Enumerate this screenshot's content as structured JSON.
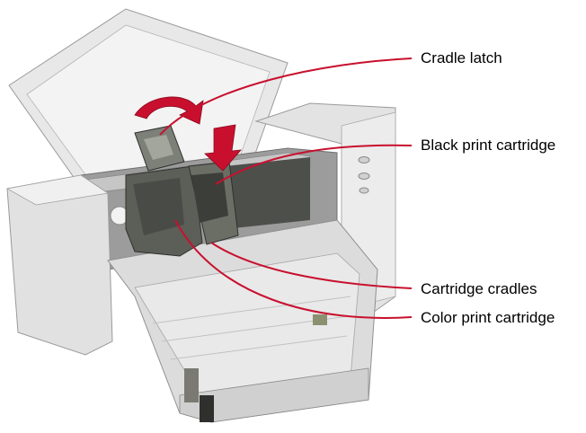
{
  "callouts": {
    "cradle_latch": "Cradle latch",
    "black_cartridge": "Black print cartridge",
    "cartridge_cradles": "Cartridge cradles",
    "color_cartridge": "Color print cartridge"
  },
  "colors": {
    "leader_line": "#c8102e",
    "printer_body": "#e6e6e6",
    "printer_shadow": "#bdbdbd",
    "cartridge": "#5c5f57",
    "cradle_dark": "#3c3e3a"
  }
}
